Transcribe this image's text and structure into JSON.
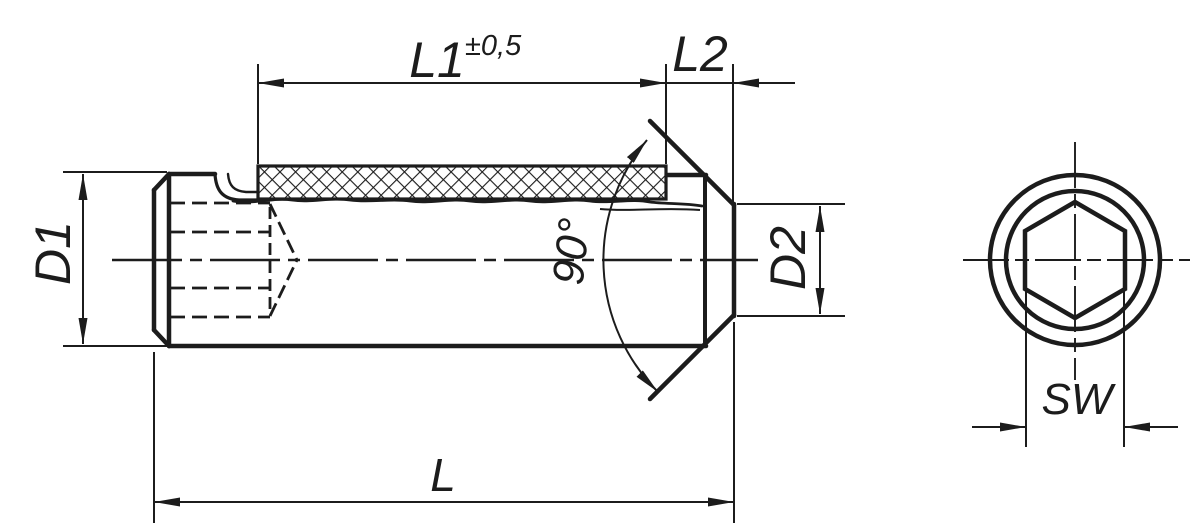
{
  "drawing": {
    "labels": {
      "d1": "D1",
      "l1": "L1",
      "l1_tolerance": "±0,5",
      "l2": "L2",
      "angle": "90°",
      "d2": "D2",
      "length": "L",
      "sw": "SW"
    },
    "colors": {
      "line": "#1c1c1c",
      "background": "#ffffff"
    }
  }
}
